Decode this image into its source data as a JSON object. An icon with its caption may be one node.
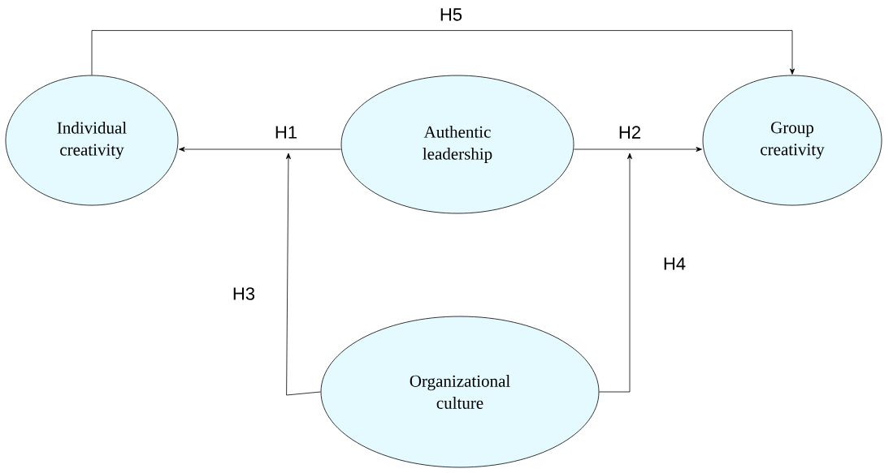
{
  "diagram": {
    "nodes": [
      {
        "text": [
          "Individual creativity"
        ]
      },
      {
        "text": [
          "Authentic leadership"
        ]
      },
      {
        "text": [
          "Group creativity"
        ]
      },
      {
        "text": [
          "Organizational culture"
        ]
      }
    ],
    "edges": [
      {
        "from": 1,
        "to": 0,
        "arrow": "to",
        "label": "H1"
      },
      {
        "from": 1,
        "to": 2,
        "arrow": "to",
        "label": "H2"
      },
      {
        "from": 3,
        "to": null,
        "arrow": "to",
        "label": "H3"
      },
      {
        "from": 3,
        "to": null,
        "arrow": "to",
        "label": "H4"
      },
      {
        "from": 0,
        "to": 2,
        "arrow": "to",
        "label": "H5"
      }
    ]
  }
}
